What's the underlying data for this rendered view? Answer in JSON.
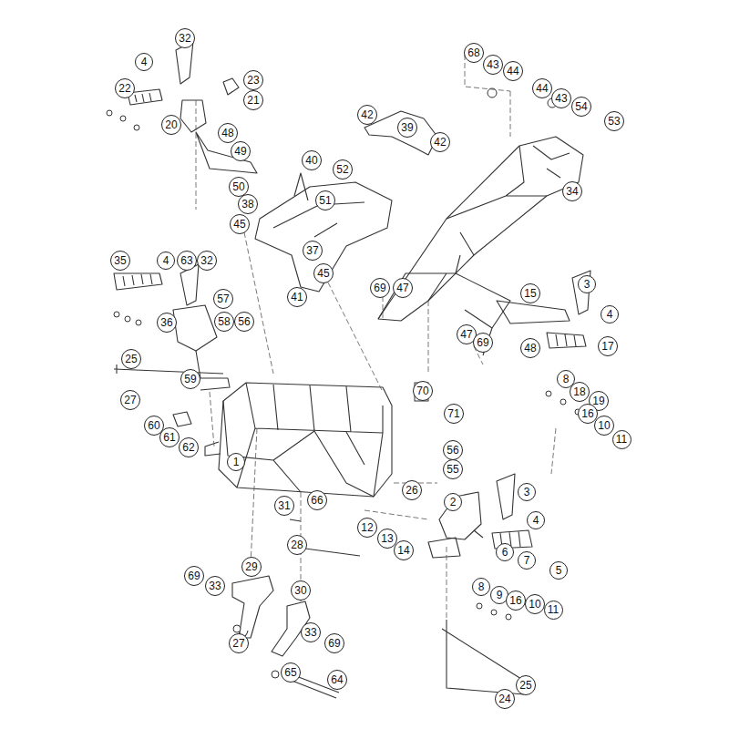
{
  "diagram": {
    "labels": [
      "32",
      "4",
      "23",
      "21",
      "22",
      "20",
      "48",
      "49",
      "50",
      "42",
      "39",
      "42",
      "40",
      "52",
      "51",
      "38",
      "45",
      "37",
      "45",
      "41",
      "68",
      "43",
      "44",
      "44",
      "43",
      "54",
      "53",
      "34",
      "69",
      "47",
      "3",
      "15",
      "4",
      "47",
      "69",
      "48",
      "17",
      "35",
      "4",
      "63",
      "32",
      "57",
      "58",
      "56",
      "36",
      "25",
      "59",
      "27",
      "60",
      "61",
      "62",
      "8",
      "18",
      "19",
      "16",
      "10",
      "11",
      "70",
      "71",
      "1",
      "56",
      "55",
      "26",
      "2",
      "3",
      "66",
      "31",
      "4",
      "12",
      "13",
      "14",
      "28",
      "6",
      "7",
      "5",
      "69",
      "29",
      "33",
      "30",
      "8",
      "9",
      "16",
      "10",
      "11",
      "33",
      "69",
      "27",
      "65",
      "64",
      "25",
      "24"
    ]
  }
}
